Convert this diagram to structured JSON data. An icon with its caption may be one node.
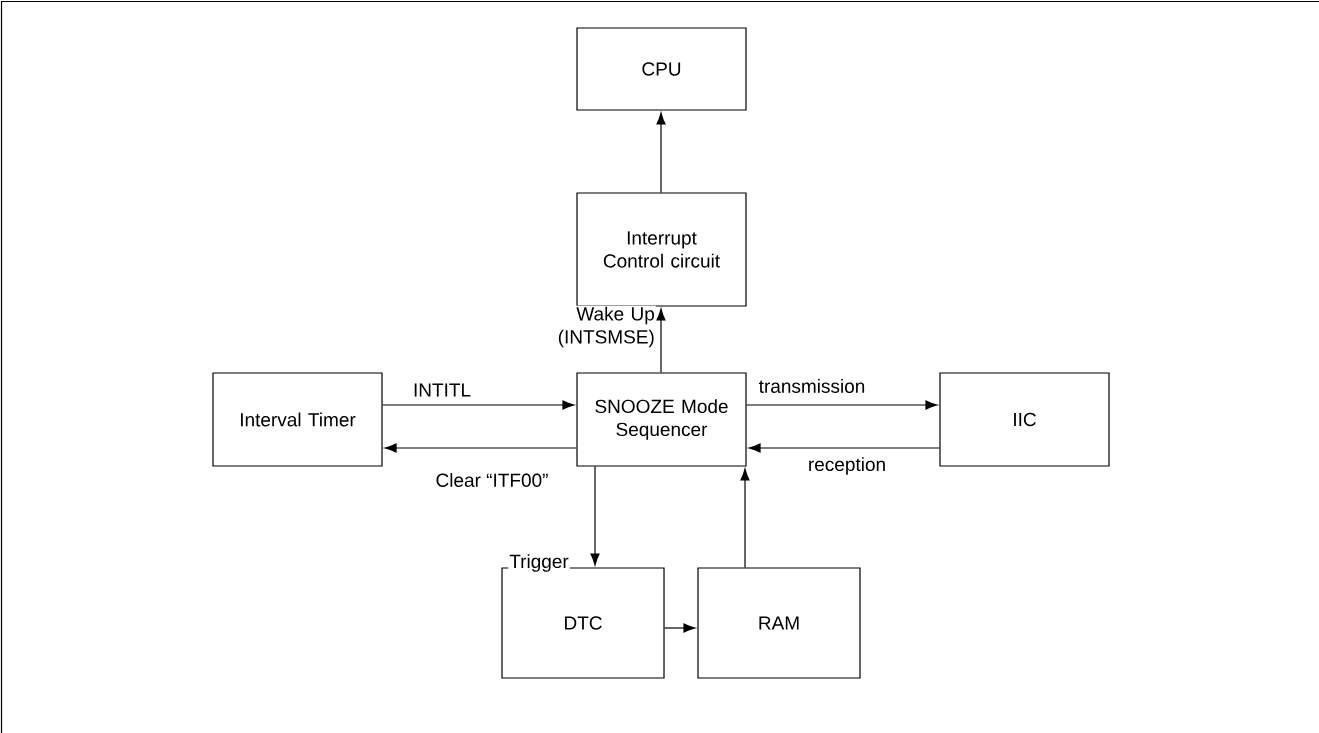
{
  "diagram": {
    "nodes": [
      {
        "text": [
          "CPU"
        ]
      },
      {
        "text": [
          "Interrupt Control circuit"
        ]
      },
      {
        "text": [
          "Interval Timer"
        ]
      },
      {
        "text": [
          "SNOOZE Mode Sequencer"
        ]
      },
      {
        "text": [
          "IIC"
        ]
      },
      {
        "text": [
          "DTC"
        ]
      },
      {
        "text": [
          "RAM"
        ]
      }
    ],
    "edges": [
      {
        "from": 1,
        "to": 0,
        "arrow": "to"
      },
      {
        "from": 3,
        "to": 1,
        "arrow": "to",
        "label": "Wake Up (INTSMSE)"
      },
      {
        "from": 2,
        "to": 3,
        "arrow": "to",
        "label": "INTITL"
      },
      {
        "from": 3,
        "to": 2,
        "arrow": "to",
        "label": "Clear “ITF00”"
      },
      {
        "from": 3,
        "to": 4,
        "arrow": "to",
        "label": "transmission"
      },
      {
        "from": 4,
        "to": 3,
        "arrow": "to",
        "label": "reception"
      },
      {
        "from": 3,
        "to": 5,
        "arrow": "to",
        "label": "Trigger"
      },
      {
        "from": 5,
        "to": 6,
        "arrow": "to"
      },
      {
        "from": 6,
        "to": 3,
        "arrow": "to"
      }
    ]
  }
}
